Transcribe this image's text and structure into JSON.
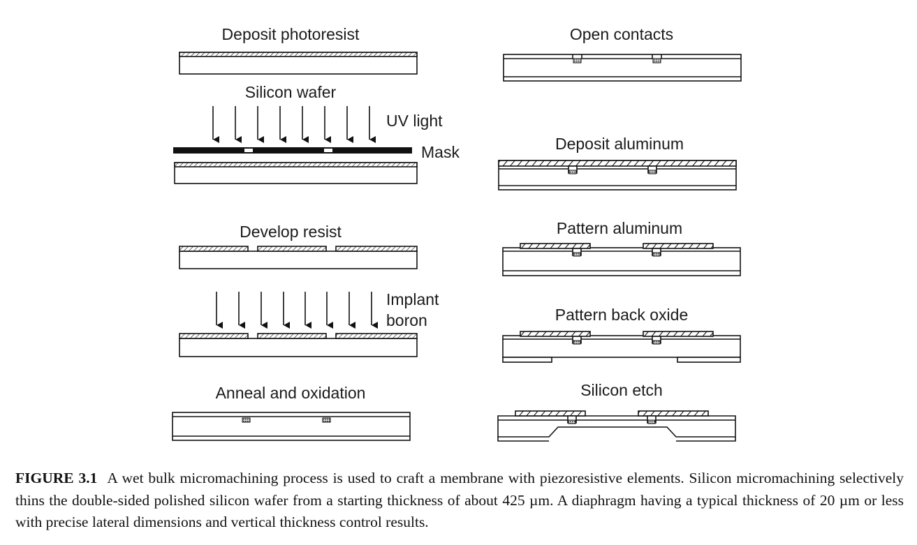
{
  "figure": {
    "left_steps": {
      "deposit_photoresist": "Deposit photoresist",
      "silicon_wafer": "Silicon wafer",
      "uv_light": "UV light",
      "mask": "Mask",
      "develop_resist": "Develop resist",
      "implant_line1": "Implant",
      "implant_line2": "boron",
      "anneal_oxidation": "Anneal and oxidation"
    },
    "right_steps": {
      "open_contacts": "Open contacts",
      "deposit_aluminum": "Deposit aluminum",
      "pattern_aluminum": "Pattern aluminum",
      "pattern_back_oxide": "Pattern back oxide",
      "silicon_etch": "Silicon etch"
    }
  },
  "caption": {
    "label": "FIGURE 3.1",
    "text": "A wet bulk micromachining process is used to craft a membrane with piezoresistive elements. Silicon micromachining selectively thins the double-sided polished silicon wafer from a starting thickness of about 425 µm. A diaphragm having a typical thickness of 20 µm or less with precise lateral dimensions and vertical thickness control results."
  }
}
